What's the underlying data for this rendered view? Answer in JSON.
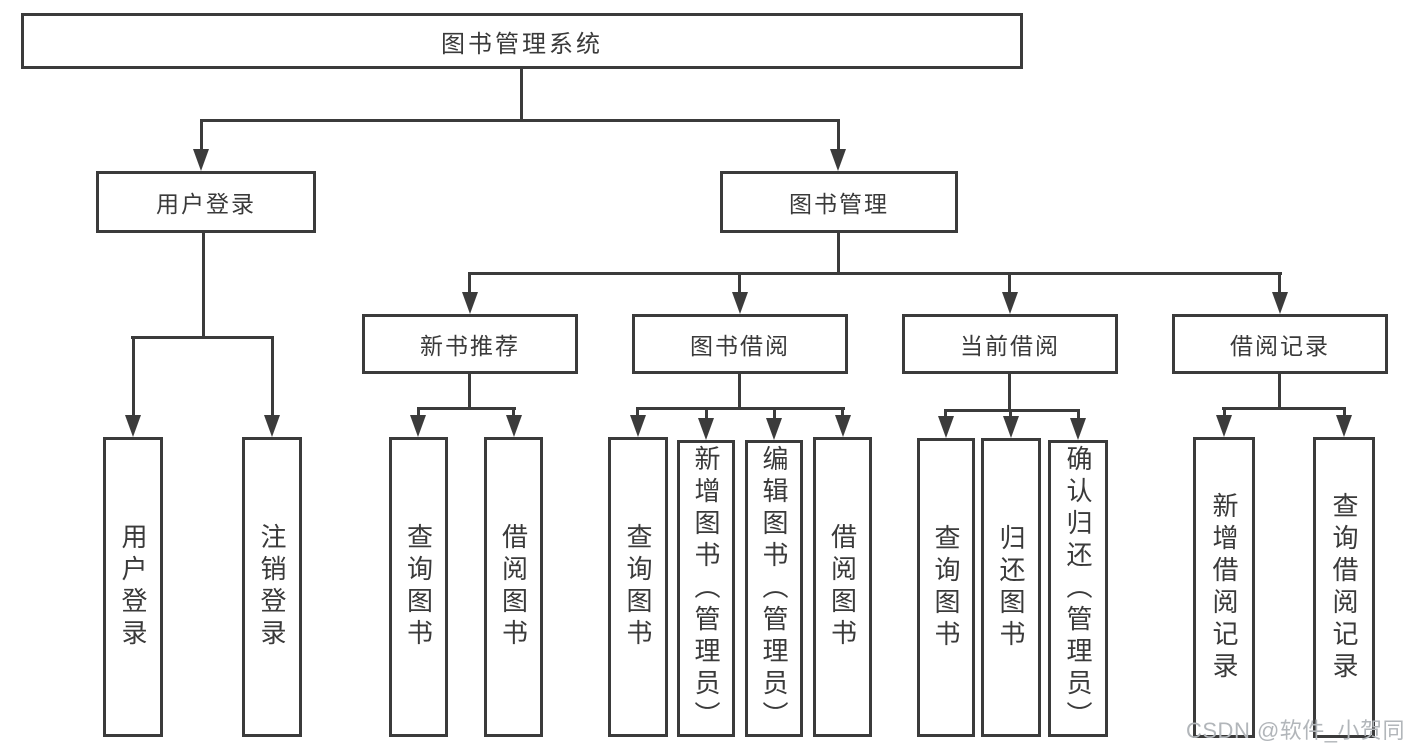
{
  "tree": {
    "root": {
      "label": "图书管理系统",
      "children": [
        {
          "label": "用户登录",
          "children": [
            {
              "label": "用户登录"
            },
            {
              "label": "注销登录"
            }
          ]
        },
        {
          "label": "图书管理",
          "children": [
            {
              "label": "新书推荐",
              "children": [
                {
                  "label": "查询图书"
                },
                {
                  "label": "借阅图书"
                }
              ]
            },
            {
              "label": "图书借阅",
              "children": [
                {
                  "label": "查询图书"
                },
                {
                  "label": "新增图书（管理员）"
                },
                {
                  "label": "编辑图书（管理员）"
                },
                {
                  "label": "借阅图书"
                }
              ]
            },
            {
              "label": "当前借阅",
              "children": [
                {
                  "label": "查询图书"
                },
                {
                  "label": "归还图书"
                },
                {
                  "label": "确认归还（管理员）"
                }
              ]
            },
            {
              "label": "借阅记录",
              "children": [
                {
                  "label": "新增借阅记录"
                },
                {
                  "label": "查询借阅记录"
                }
              ]
            }
          ]
        }
      ]
    }
  },
  "watermark": {
    "text": "CSDN @软件_小贺同学"
  },
  "colors": {
    "line": "#3b3b3b",
    "text": "#3a3a3a",
    "watermark": "#b2b6ba",
    "background": "#ffffff"
  }
}
